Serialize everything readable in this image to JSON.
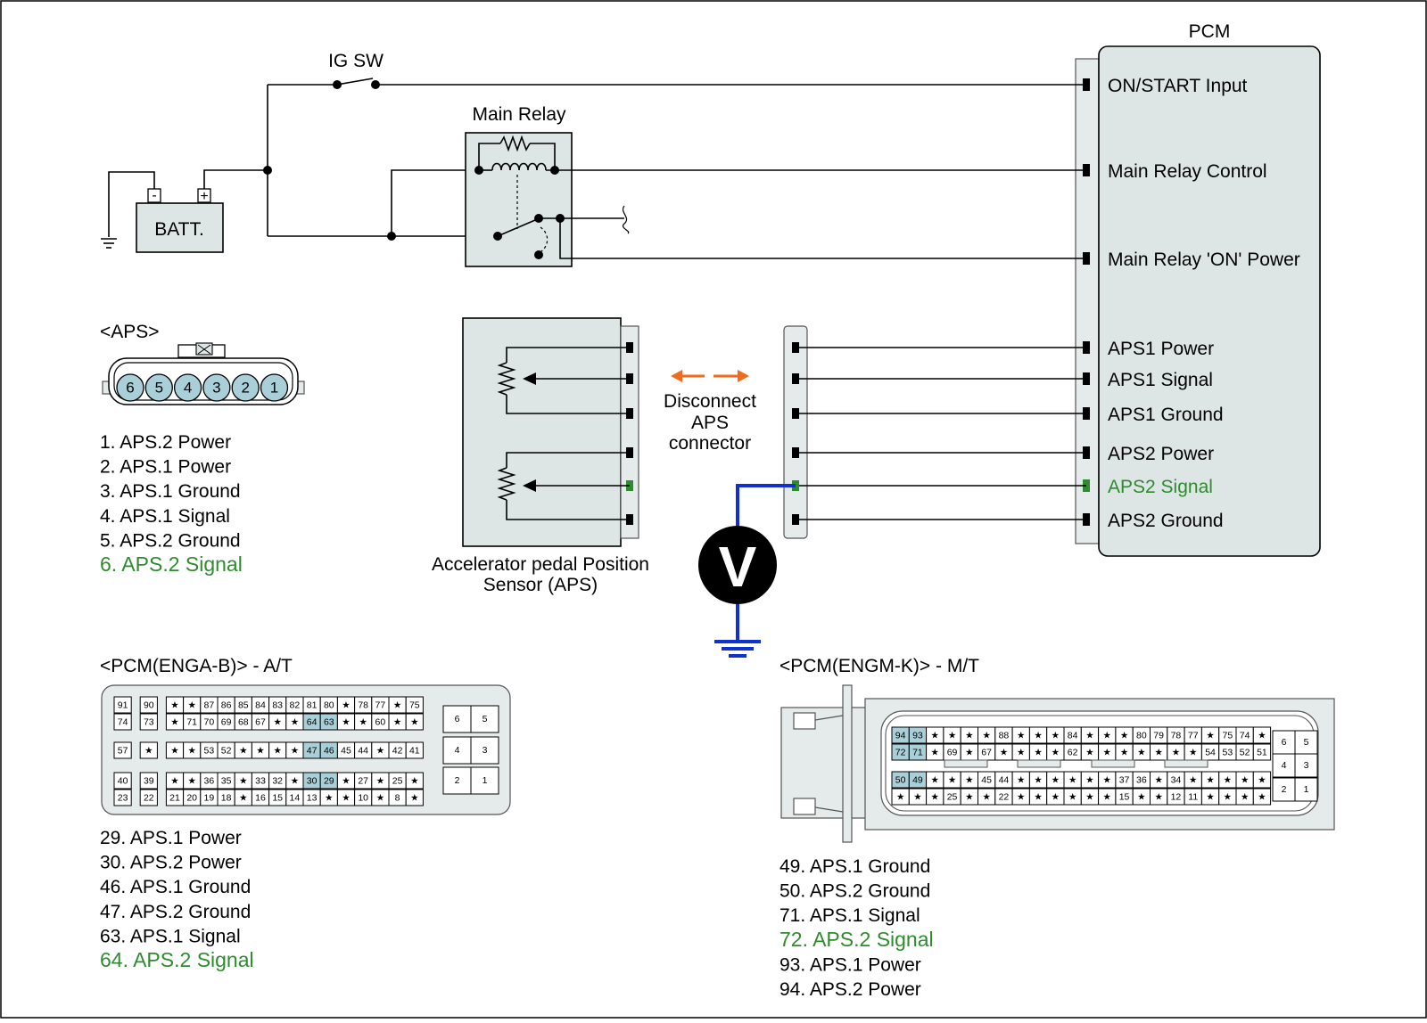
{
  "colors": {
    "panel": "#dde6e5",
    "highlight": "#a9cfd8",
    "signal": "#2e8b2e",
    "probe_wire": "#1030d0",
    "arrow": "#f26a1b"
  },
  "labels": {
    "ig_sw": "IG SW",
    "main_relay": "Main Relay",
    "battery": "BATT.",
    "battery_minus": "-",
    "battery_plus": "+",
    "pcm": "PCM",
    "aps_connector_title": "<APS>",
    "disconnect_line1": "Disconnect",
    "disconnect_line2": "APS",
    "disconnect_line3": "connector",
    "sensor_line1": "Accelerator pedal Position",
    "sensor_line2": "Sensor (APS)",
    "voltmeter": "V",
    "pcm_at_title": "<PCM(ENGA-B)> - A/T",
    "pcm_mt_title": "<PCM(ENGM-K)> - M/T"
  },
  "pcm_pins": [
    {
      "label": "ON/START Input",
      "signal": false
    },
    {
      "label": "Main Relay Control",
      "signal": false
    },
    {
      "label": "Main Relay 'ON' Power",
      "signal": false
    },
    {
      "label": "APS1 Power",
      "signal": false
    },
    {
      "label": "APS1 Signal",
      "signal": false
    },
    {
      "label": "APS1 Ground",
      "signal": false
    },
    {
      "label": "APS2 Power",
      "signal": false
    },
    {
      "label": "APS2 Signal",
      "signal": true
    },
    {
      "label": "APS2 Ground",
      "signal": false
    }
  ],
  "aps_connector": {
    "pins": [
      "6",
      "5",
      "4",
      "3",
      "2",
      "1"
    ],
    "legend": [
      {
        "text": "1. APS.2 Power",
        "signal": false
      },
      {
        "text": "2. APS.1 Power",
        "signal": false
      },
      {
        "text": "3. APS.1 Ground",
        "signal": false
      },
      {
        "text": "4. APS.1 Signal",
        "signal": false
      },
      {
        "text": "5. APS.2 Ground",
        "signal": false
      },
      {
        "text": "6. APS.2 Signal",
        "signal": true
      }
    ]
  },
  "pcm_at": {
    "rows": [
      [
        "91",
        "90",
        "★",
        "★",
        "87",
        "86",
        "85",
        "84",
        "83",
        "82",
        "81",
        "80",
        "★",
        "78",
        "77",
        "★",
        "75"
      ],
      [
        "74",
        "73",
        "★",
        "71",
        "70",
        "69",
        "68",
        "67",
        "★",
        "★",
        "64",
        "63",
        "★",
        "★",
        "60",
        "★",
        "★"
      ],
      [
        "57",
        "★",
        "★",
        "★",
        "53",
        "52",
        "★",
        "★",
        "★",
        "★",
        "47",
        "46",
        "45",
        "44",
        "★",
        "42",
        "41"
      ],
      [
        "40",
        "39",
        "★",
        "★",
        "36",
        "35",
        "★",
        "33",
        "32",
        "★",
        "30",
        "29",
        "★",
        "27",
        "★",
        "25",
        "★"
      ],
      [
        "23",
        "22",
        "21",
        "20",
        "19",
        "18",
        "★",
        "16",
        "15",
        "14",
        "13",
        "★",
        "★",
        "10",
        "★",
        "8",
        "★"
      ]
    ],
    "side_pins": [
      [
        "6",
        "5"
      ],
      [
        "4",
        "3"
      ],
      [
        "2",
        "1"
      ]
    ],
    "highlight": [
      "64",
      "63",
      "47",
      "46",
      "30",
      "29"
    ],
    "legend": [
      {
        "text": "29. APS.1 Power",
        "signal": false
      },
      {
        "text": "30. APS.2 Power",
        "signal": false
      },
      {
        "text": "46. APS.1 Ground",
        "signal": false
      },
      {
        "text": "47. APS.2 Ground",
        "signal": false
      },
      {
        "text": "63. APS.1 Signal",
        "signal": false
      },
      {
        "text": "64. APS.2 Signal",
        "signal": true
      }
    ]
  },
  "pcm_mt": {
    "rows": [
      [
        "94",
        "93",
        "★",
        "★",
        "★",
        "★",
        "88",
        "★",
        "★",
        "★",
        "84",
        "★",
        "★",
        "★",
        "80",
        "79",
        "78",
        "77",
        "★",
        "75",
        "74",
        "★"
      ],
      [
        "72",
        "71",
        "★",
        "69",
        "★",
        "67",
        "★",
        "★",
        "★",
        "★",
        "62",
        "★",
        "★",
        "★",
        "★",
        "★",
        "★",
        "★",
        "54",
        "53",
        "52",
        "51"
      ],
      [
        "50",
        "49",
        "★",
        "★",
        "★",
        "45",
        "44",
        "★",
        "★",
        "★",
        "★",
        "★",
        "★",
        "37",
        "36",
        "★",
        "34",
        "★",
        "★",
        "★",
        "★",
        "★"
      ],
      [
        "★",
        "★",
        "★",
        "25",
        "★",
        "★",
        "22",
        "★",
        "★",
        "★",
        "★",
        "★",
        "★",
        "15",
        "★",
        "★",
        "12",
        "11",
        "★",
        "★",
        "★",
        "★"
      ]
    ],
    "side_pins": [
      [
        "6",
        "5"
      ],
      [
        "4",
        "3"
      ],
      [
        "2",
        "1"
      ]
    ],
    "highlight": [
      "94",
      "93",
      "72",
      "71",
      "50",
      "49"
    ],
    "legend": [
      {
        "text": "49. APS.1 Ground",
        "signal": false
      },
      {
        "text": "50. APS.2 Ground",
        "signal": false
      },
      {
        "text": "71. APS.1 Signal",
        "signal": false
      },
      {
        "text": "72. APS.2 Signal",
        "signal": true
      },
      {
        "text": "93. APS.1 Power",
        "signal": false
      },
      {
        "text": "94. APS.2 Power",
        "signal": false
      }
    ]
  }
}
